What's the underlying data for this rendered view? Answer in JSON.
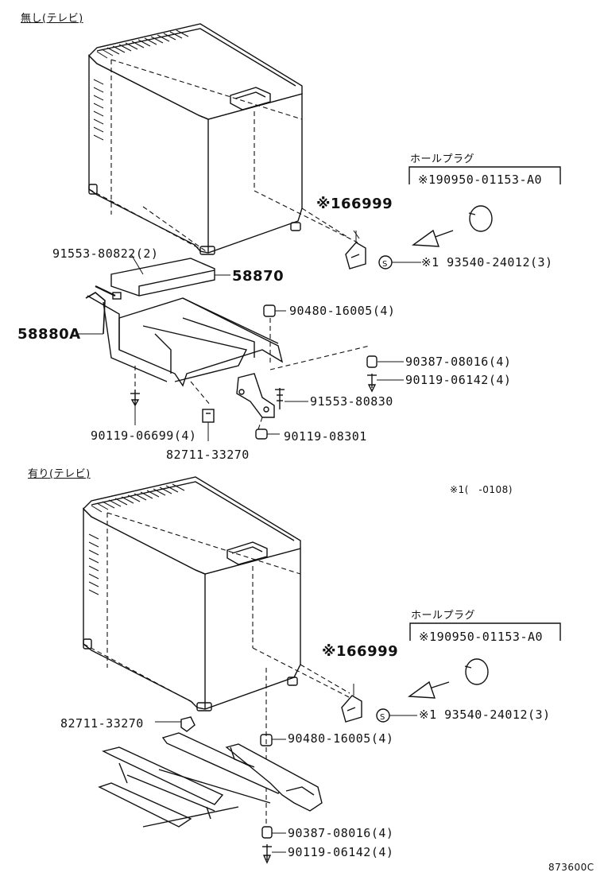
{
  "sections": {
    "top_title": "無し(テレビ)",
    "bottom_title": "有り(テレビ)"
  },
  "top": {
    "part_66999": "※166999",
    "hole_plug_title": "ホールプラグ",
    "hole_plug_part": "※190950-01153-A0",
    "part_93540": "※1 93540-24012(3)",
    "part_91553_80822": "91553-80822(2)",
    "part_58870": "58870",
    "part_90480": "90480-16005(4)",
    "part_58880A": "58880A",
    "part_90387": "90387-08016(4)",
    "part_90119_06142": "90119-06142(4)",
    "part_91553_80830": "91553-80830",
    "part_90119_06699": "90119-06699(4)",
    "part_90119_08301": "90119-08301",
    "part_82711": "82711-33270"
  },
  "note": "※1(　-0108)",
  "bottom": {
    "hole_plug_title": "ホールプラグ",
    "hole_plug_part": "※190950-01153-A0",
    "part_66999": "※166999",
    "part_93540": "※1 93540-24012(3)",
    "part_82711": "82711-33270",
    "part_90480": "90480-16005(4)",
    "part_90387": "90387-08016(4)",
    "part_90119_06142": "90119-06142(4)"
  },
  "figure_code": "873600C"
}
